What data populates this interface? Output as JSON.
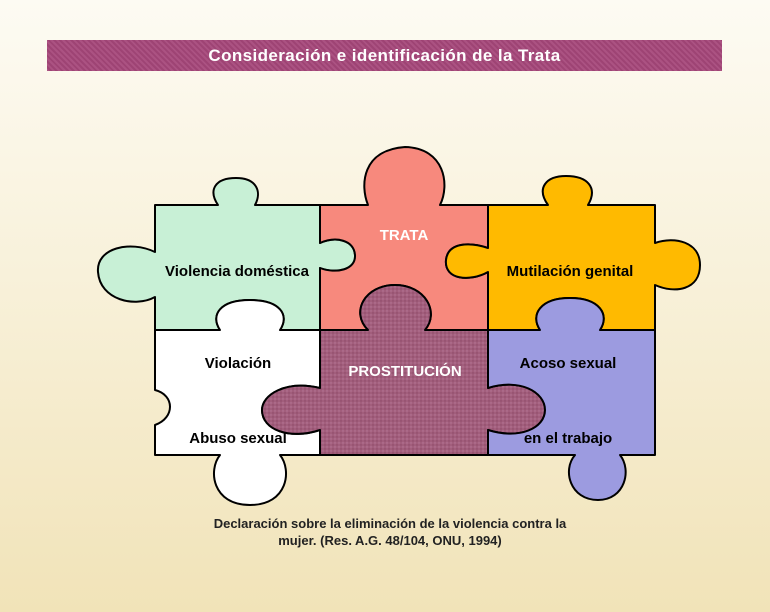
{
  "title": "Consideración e identificación de la Trata",
  "colors": {
    "title_bar": "#a6477a",
    "green": "#c8f0d6",
    "salmon": "#f7897d",
    "yellow": "#ffba00",
    "white": "#ffffff",
    "mauve": "#a25e7c",
    "lavender": "#9c9be0"
  },
  "pieces": {
    "violencia": "Violencia doméstica",
    "trata": "TRATA",
    "mutilacion": "Mutilación genital",
    "violacion": "Violación",
    "abuso": "Abuso sexual",
    "prostitucion": "PROSTITUCIÓN",
    "acoso": "Acoso sexual",
    "trabajo": "en el trabajo"
  },
  "caption": {
    "line1": "Declaración sobre la eliminación de la violencia contra la",
    "line2": "mujer. (Res. A.G. 48/104, ONU, 1994)"
  }
}
